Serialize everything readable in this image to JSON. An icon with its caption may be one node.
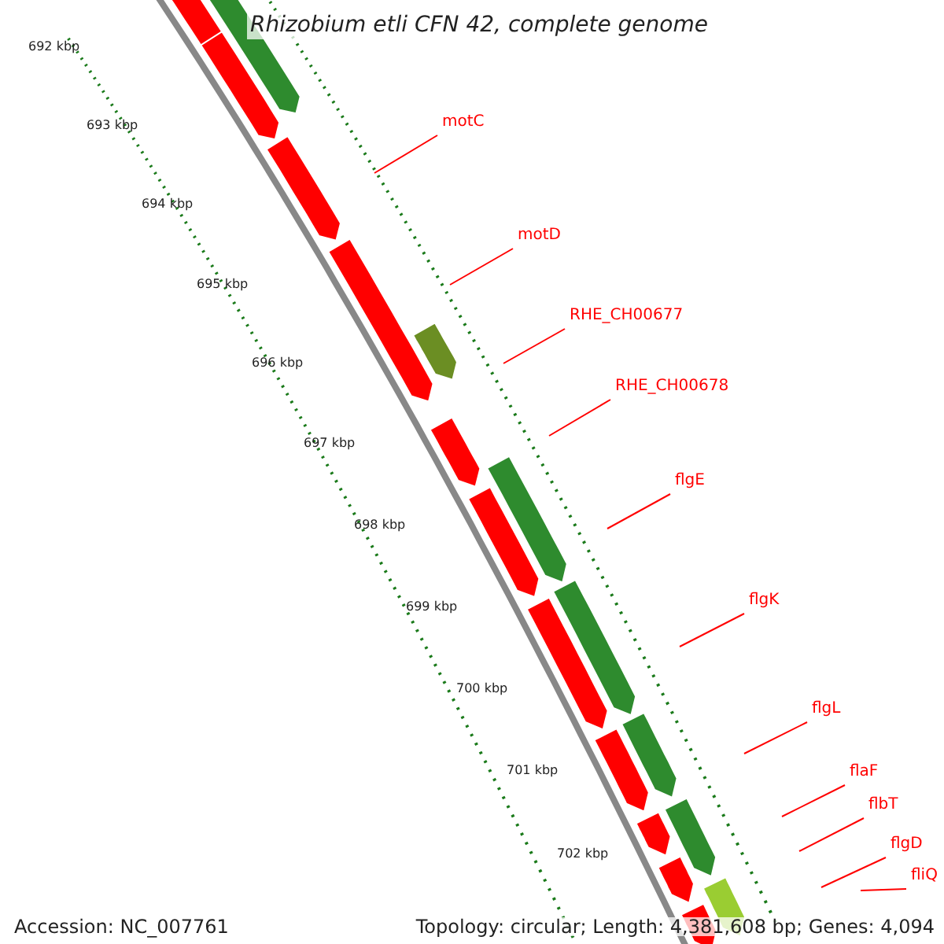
{
  "diagram": {
    "title": "Rhizobium etli CFN 42, complete genome",
    "nodes": [
      {
        "text": [
          "motC"
        ]
      },
      {
        "text": [
          "motD"
        ]
      },
      {
        "text": [
          "RHE_CH00677"
        ]
      },
      {
        "text": [
          "RHE_CH00678"
        ]
      },
      {
        "text": [
          "flgE"
        ]
      },
      {
        "text": [
          "flgK"
        ]
      },
      {
        "text": [
          "flgL"
        ]
      },
      {
        "text": [
          "flaF"
        ]
      },
      {
        "text": [
          "flbT"
        ]
      },
      {
        "text": [
          "flgD"
        ]
      },
      {
        "text": [
          "fliQ"
        ]
      }
    ],
    "edges": [
      {
        "from": 0,
        "to": null,
        "arrow": "none"
      },
      {
        "from": 1,
        "to": null,
        "arrow": "none"
      },
      {
        "from": 2,
        "to": null,
        "arrow": "none"
      },
      {
        "from": 3,
        "to": null,
        "arrow": "none"
      },
      {
        "from": 4,
        "to": null,
        "arrow": "none"
      },
      {
        "from": 5,
        "to": null,
        "arrow": "none"
      },
      {
        "from": 6,
        "to": null,
        "arrow": "none"
      },
      {
        "from": 7,
        "to": null,
        "arrow": "none"
      },
      {
        "from": 8,
        "to": null,
        "arrow": "none"
      },
      {
        "from": 9,
        "to": null,
        "arrow": "none"
      },
      {
        "from": 10,
        "to": null,
        "arrow": "none"
      }
    ],
    "labels": [
      "692 kbp",
      "693 kbp",
      "694 kbp",
      "695 kbp",
      "696 kbp",
      "697 kbp",
      "698 kbp",
      "699 kbp",
      "700 kbp",
      "701 kbp",
      "702 kbp",
      "Accession: NC_007761",
      "Topology: circular; Length: 4,381,608 bp; Genes: 4,094"
    ]
  }
}
